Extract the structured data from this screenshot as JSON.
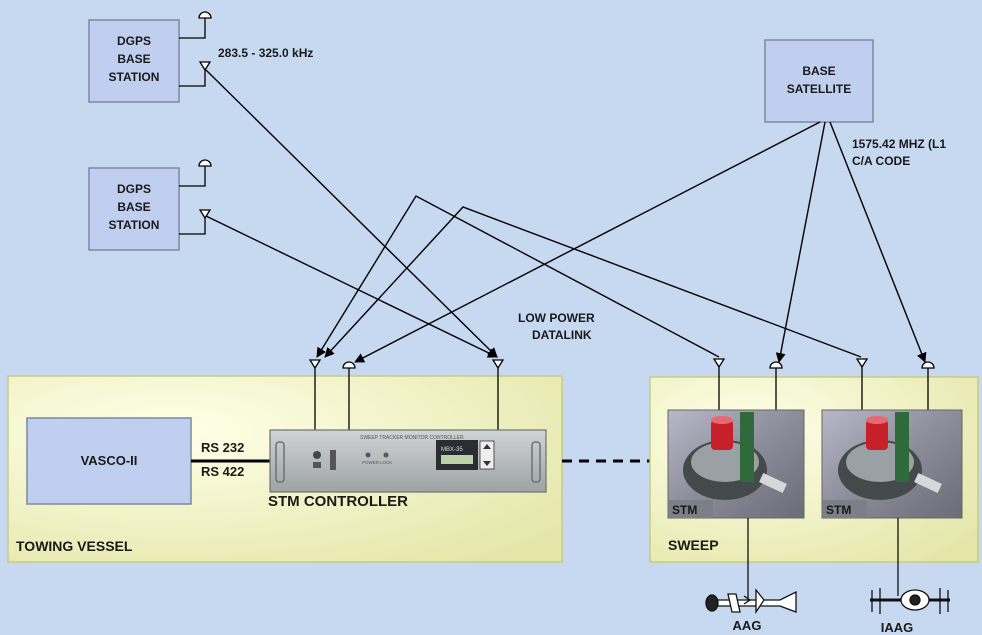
{
  "stations": {
    "dgps1": {
      "line1": "DGPS",
      "line2": "BASE",
      "line3": "STATION"
    },
    "dgps2": {
      "line1": "DGPS",
      "line2": "BASE",
      "line3": "STATION"
    },
    "satellite": {
      "line1": "BASE",
      "line2": "SATELLITE"
    }
  },
  "labels": {
    "beacon_freq": "283.5 - 325.0 kHz",
    "gps_freq_line1": "1575.42 MHZ (L1",
    "gps_freq_line2": "C/A CODE",
    "datalink_line1": "LOW POWER",
    "datalink_line2": "DATALINK"
  },
  "vessel": {
    "title": "TOWING VESSEL",
    "vasco": "VASCO-II",
    "rs232": "RS 232",
    "rs422": "RS 422",
    "controller_caption": "STM CONTROLLER",
    "panel_header": "SWEEP TRACKER MONITOR CONTROLLER",
    "panel_brand": "MBX-35",
    "panel_led1": "POWER",
    "panel_led2": "LOCK"
  },
  "sweep": {
    "title": "SWEEP",
    "stm1": "STM",
    "stm2": "STM",
    "aag": "AAG",
    "iaag": "IAAG"
  },
  "colors": {
    "background": "#c6d9f1",
    "box_fill": "#c0cff0",
    "zone_fill": "#f1f2c4",
    "line": "#000000"
  }
}
